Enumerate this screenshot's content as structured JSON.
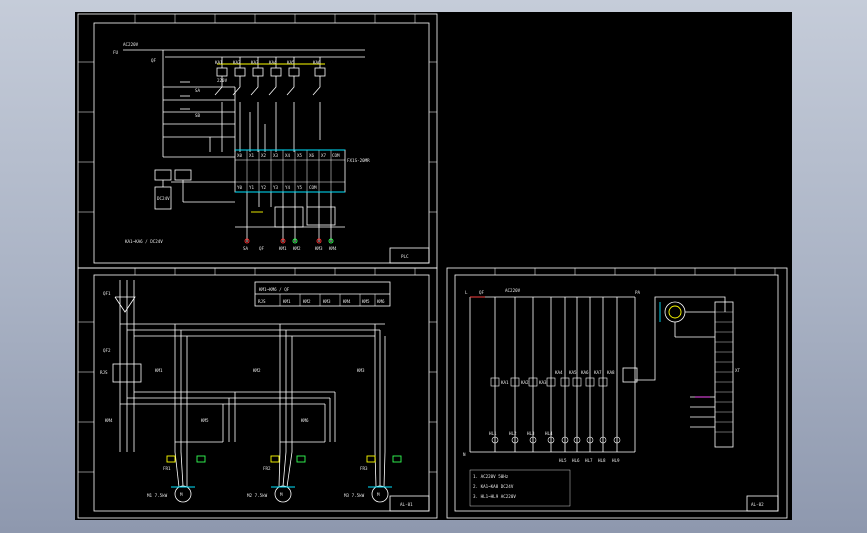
{
  "sheets": {
    "top_left": {
      "supply_label": "AC220V",
      "fuse_label": "FU",
      "breaker_label": "QF",
      "relay_tags": [
        "KA1",
        "KA2",
        "KA3",
        "KA4",
        "KA5",
        "KA6"
      ],
      "relay_caption": "220V",
      "selector_labels": [
        "SA",
        "SB"
      ],
      "plc_label": "FX1S-20MR",
      "plc_inputs": [
        "X0",
        "X1",
        "X2",
        "X3",
        "X4",
        "X5",
        "X6",
        "X7",
        "COM"
      ],
      "plc_outputs": [
        "Y0",
        "Y1",
        "Y2",
        "Y3",
        "Y4",
        "Y5",
        "COM"
      ],
      "psu_label": "DC24V",
      "bottom_labels": [
        "SA",
        "QF",
        "KM1",
        "KM2",
        "KM3",
        "KM4"
      ],
      "note": "KA1~KA6 / DC24V",
      "title_block": "PLC"
    },
    "bottom_left": {
      "breakers": [
        "QF1",
        "QF2"
      ],
      "soft_starter": "RJS",
      "contactors": [
        "KM1",
        "KM2",
        "KM3",
        "KM4",
        "KM5",
        "KM6"
      ],
      "overload_relays": [
        "FR1",
        "FR2",
        "FR3"
      ],
      "motors": [
        {
          "symbol": "M",
          "caption": "M1 7.5kW"
        },
        {
          "symbol": "M",
          "caption": "M2 7.5kW"
        },
        {
          "symbol": "M",
          "caption": "M3 7.5kW"
        }
      ],
      "table_header": "KM1~KM6 / QF",
      "table_cells": [
        "RJS",
        "KM1",
        "KM2",
        "KM3",
        "KM4",
        "KM5",
        "KM6"
      ],
      "title_block": "AL-01"
    },
    "bottom_right": {
      "supply_label": "AC220V",
      "left_label": "L",
      "right_label": "N",
      "switch_label": "QF",
      "relay_tags": [
        "KA1",
        "KA2",
        "KA3",
        "KA4",
        "KA5",
        "KA6",
        "KA7",
        "KA8"
      ],
      "lamp_tags": [
        "HL1",
        "HL2",
        "HL3",
        "HL4",
        "HL5",
        "HL6",
        "HL7",
        "HL8",
        "HL9"
      ],
      "terminal_label": "XT",
      "meter_label": "PA",
      "notes": [
        "1. AC220V  50Hz",
        "2. KA1~KA8 DC24V",
        "3. HL1~HL9 AC220V"
      ],
      "title_block": "AL-02"
    }
  },
  "colors": {
    "background": "#000000",
    "lines": "#ffffff",
    "cyan": "#00e5ff",
    "yellow": "#ffff00",
    "red": "#ff3333",
    "green": "#33ff55",
    "magenta": "#ff40ff"
  }
}
